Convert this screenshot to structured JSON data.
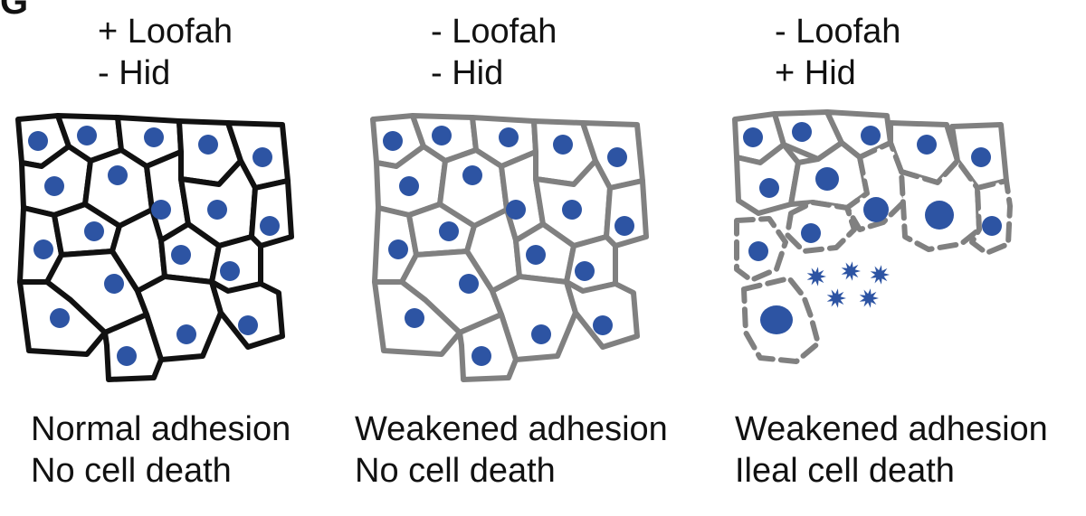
{
  "figure": {
    "panel_label": "G",
    "colors": {
      "nucleus": "#2d54a3",
      "normal_outline": "#111111",
      "weakened_outline": "#808080"
    },
    "panels": [
      {
        "condition_line1": "+ Loofah",
        "condition_line2": "- Hid",
        "caption_line1": "Normal adhesion",
        "caption_line2": "No cell death",
        "outline_style": "solid-black"
      },
      {
        "condition_line1": "- Loofah",
        "condition_line2": "- Hid",
        "caption_line1": "Weakened adhesion",
        "caption_line2": "No cell death",
        "outline_style": "solid-gray"
      },
      {
        "condition_line1": "- Loofah",
        "condition_line2": "+ Hid",
        "caption_line1": "Weakened adhesion",
        "caption_line2": "Ileal cell death",
        "outline_style": "dashed-gray-with-dying-cells"
      }
    ]
  }
}
